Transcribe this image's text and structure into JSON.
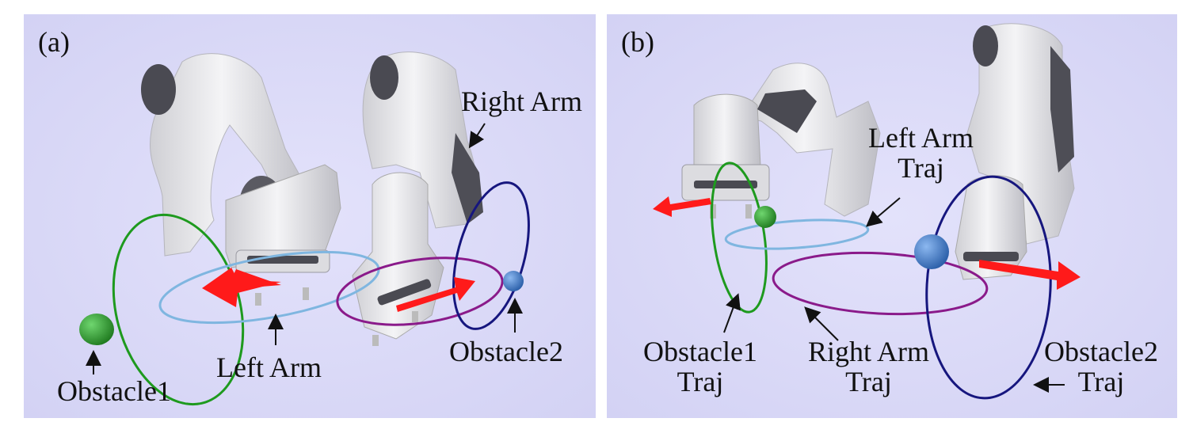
{
  "panel_a": {
    "tag": "(a)",
    "labels": {
      "right_arm": "Right Arm",
      "left_arm": "Left Arm",
      "obstacle1": "Obstacle1",
      "obstacle2": "Obstacle2"
    }
  },
  "panel_b": {
    "tag": "(b)",
    "labels": {
      "left_arm_traj_1": "Left Arm",
      "left_arm_traj_2": "Traj",
      "obstacle1_traj_1": "Obstacle1",
      "obstacle1_traj_2": "Traj",
      "right_arm_traj_1": "Right Arm",
      "right_arm_traj_2": "Traj",
      "obstacle2_traj_1": "Obstacle2",
      "obstacle2_traj_2": "Traj"
    }
  },
  "colors": {
    "background": "#d9d8f7",
    "robot": "#e6e6e8",
    "robot_dark": "#4a4a52",
    "obstacle1": "#2a9a2a",
    "obstacle2": "#3c7ccc",
    "left_arm_traj": "#7fb6e0",
    "right_arm_traj": "#8a1a8a",
    "obstacle1_traj": "#1e9a1e",
    "obstacle2_traj": "#16167e",
    "direction_arrow": "#ff1a1a"
  }
}
